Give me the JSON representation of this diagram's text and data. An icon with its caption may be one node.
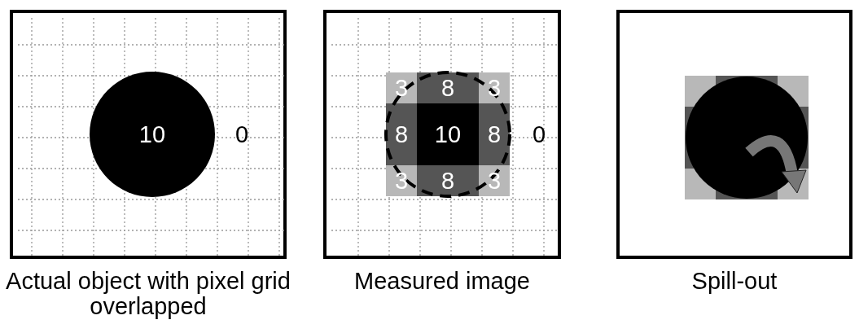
{
  "diagram": {
    "nodes": [
      {
        "text": [
          "Actual object with pixel grid overlapped"
        ]
      },
      {
        "text": [
          "10"
        ],
        "in": 0
      },
      {
        "text": [
          "Measured image"
        ]
      },
      {
        "text": [
          "3"
        ],
        "in": 2
      },
      {
        "text": [
          "8"
        ],
        "in": 2
      },
      {
        "text": [
          "3"
        ],
        "in": 2
      },
      {
        "text": [
          "8"
        ],
        "in": 2
      },
      {
        "text": [
          "10"
        ],
        "in": 2
      },
      {
        "text": [
          "8"
        ],
        "in": 2
      },
      {
        "text": [
          "3"
        ],
        "in": 2
      },
      {
        "text": [
          "8"
        ],
        "in": 2
      },
      {
        "text": [
          "3"
        ],
        "in": 2
      },
      {
        "text": [
          "Spill-out"
        ]
      }
    ],
    "edges": [],
    "labels": [
      "0",
      "0"
    ]
  }
}
